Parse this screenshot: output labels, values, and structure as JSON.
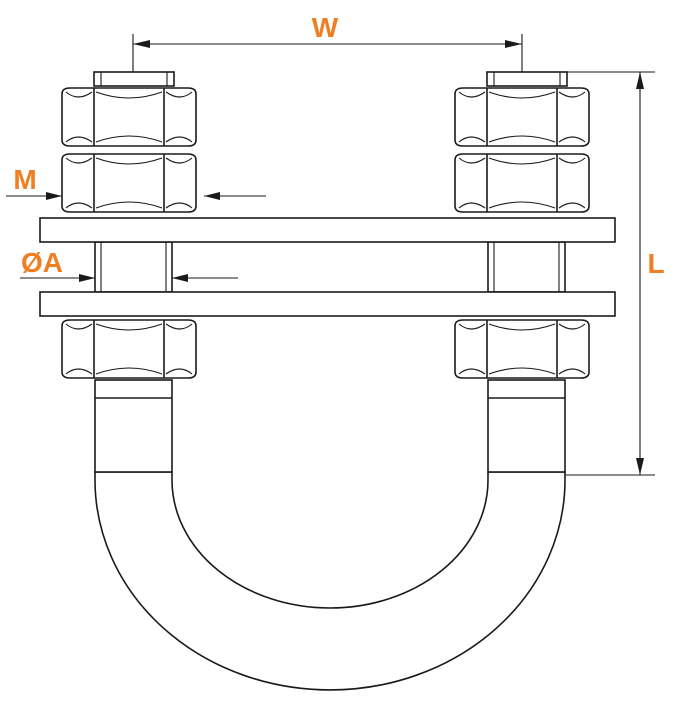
{
  "diagram": {
    "labels": {
      "width": "W",
      "length": "L",
      "thread": "M",
      "diameter": "ØA"
    }
  },
  "colors": {
    "label": "#f07f24",
    "line": "#1a1a1a",
    "background": "#ffffff"
  }
}
